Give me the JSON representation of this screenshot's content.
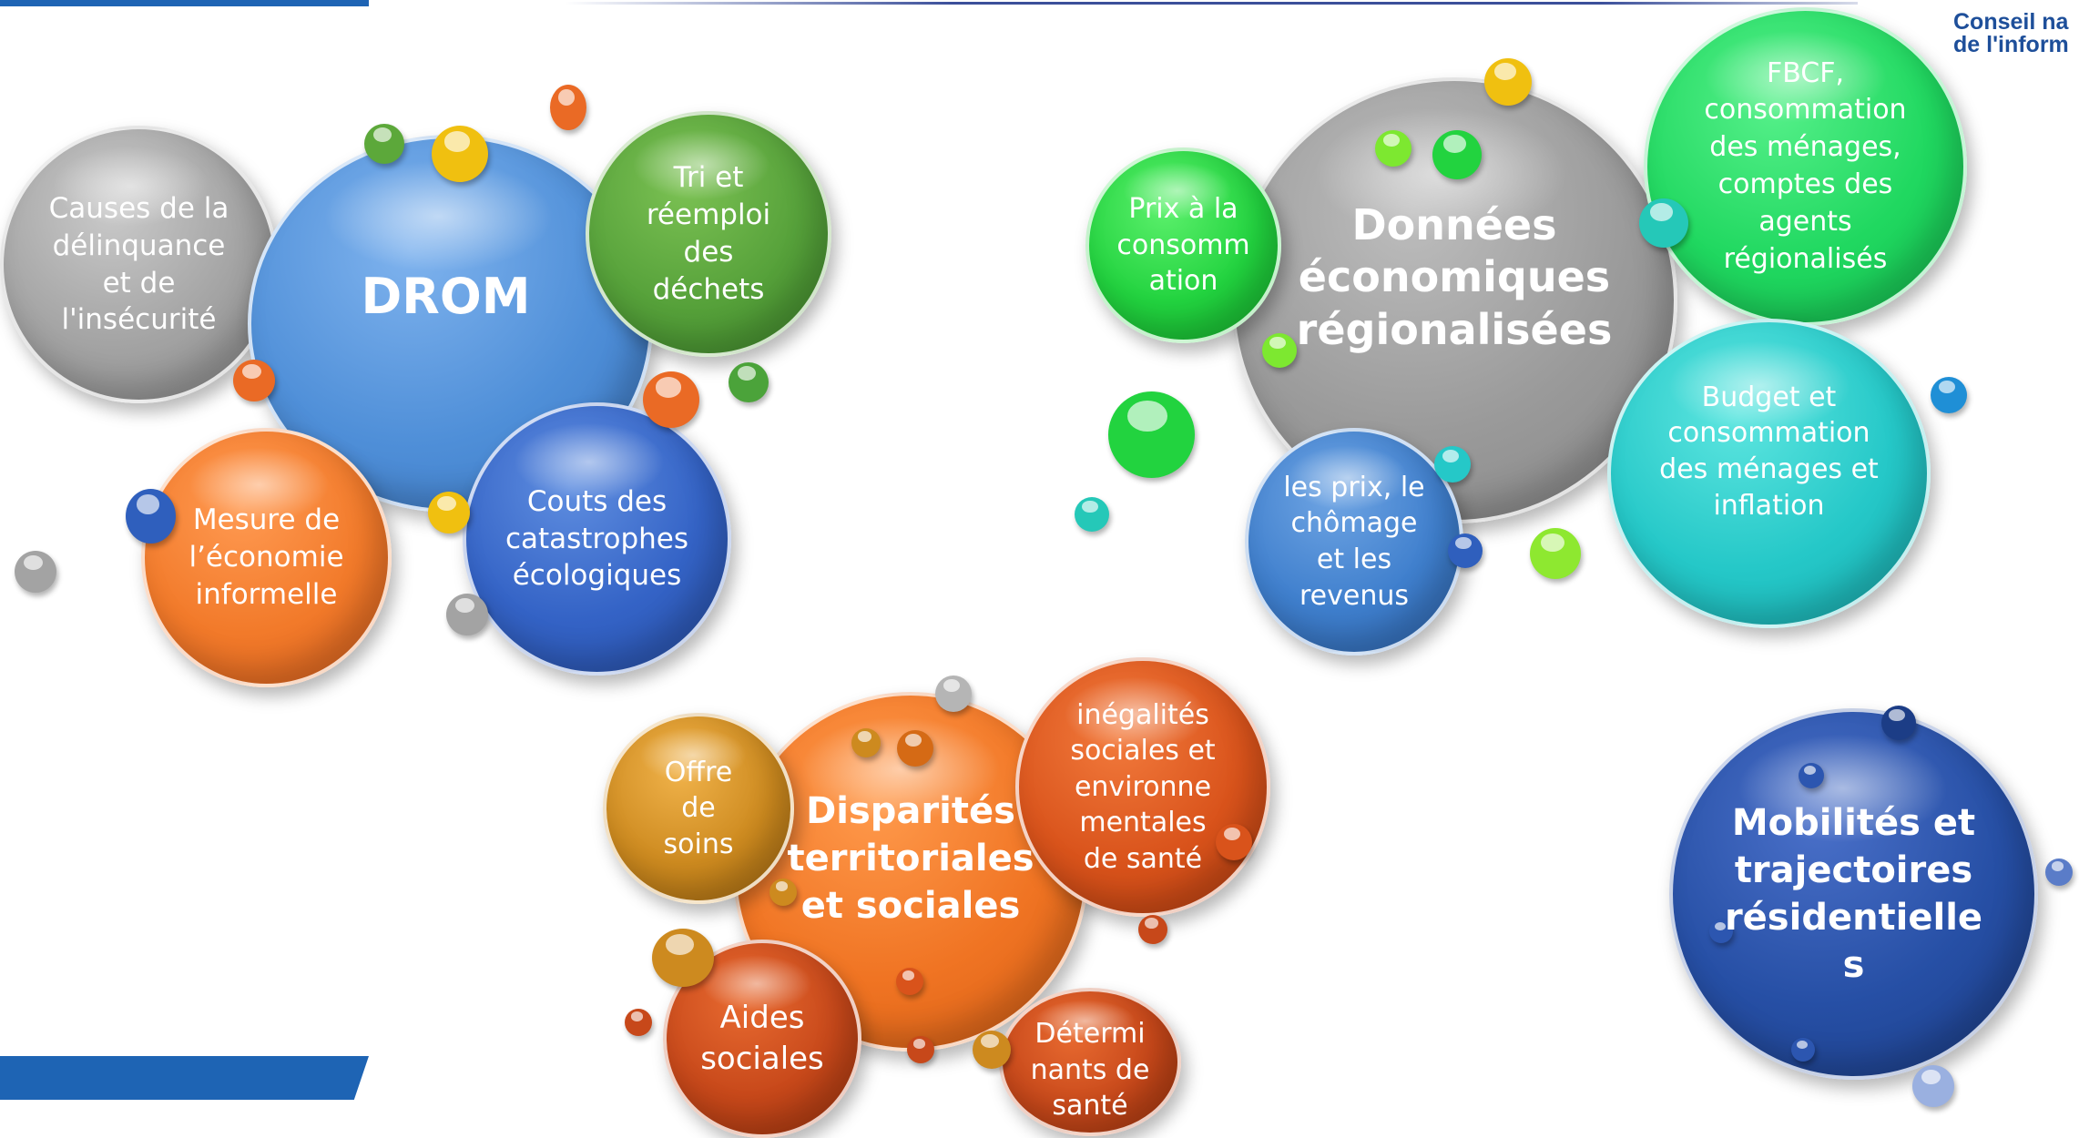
{
  "logo": {
    "line1": "Conseil na",
    "line2": "de l'inform"
  },
  "clusters": {
    "drom": {
      "center": "DROM",
      "satellites": [
        "Causes de la\ndélinquance\net de\nl'insécurité",
        "Tri et\nréemploi\ndes\ndéchets",
        "Mesure de\nl’économie\ninformelle",
        "Couts des\ncatastrophes\nécologiques"
      ]
    },
    "economie": {
      "center": "Données\néconomiques\nrégionalisées",
      "satellites": [
        "Prix à la\nconsomm\nation",
        "FBCF,\nconsommation\ndes ménages,\ncomptes des\nagents\nrégionalisés",
        "Budget et\nconsommation\ndes ménages et\ninflation",
        "les prix, le\nchômage\net les\nrevenus"
      ]
    },
    "disparites": {
      "center": "Disparités\nterritoriales\net sociales",
      "satellites": [
        "Offre\nde\nsoins",
        "inégalités\nsociales et\nenvironne\nmentales\nde santé",
        "Aides\nsociales",
        "Détermi\nnants de\nsanté"
      ]
    },
    "mobilites": {
      "center": "Mobilités et\ntrajectoires\nrésidentielle\ns"
    }
  },
  "colors": {
    "header_bar": "#1e64b4",
    "logo_text": "#1e4f9a"
  }
}
